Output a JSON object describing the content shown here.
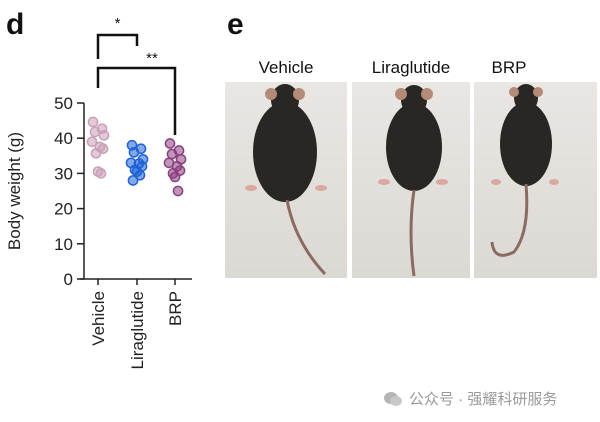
{
  "panel_d": {
    "letter": "d"
  },
  "panel_e": {
    "letter": "e",
    "photos": [
      {
        "label": "Vehicle"
      },
      {
        "label": "Liraglutide"
      },
      {
        "label": "BRP"
      }
    ]
  },
  "watermark": {
    "text": "公众号 · 强耀科研服务",
    "icon": "wechat-icon"
  },
  "chart_data": {
    "type": "scatter",
    "title": "",
    "xlabel": "",
    "ylabel": "Body weight (g)",
    "ylim": [
      0,
      50
    ],
    "yticks": [
      0,
      10,
      20,
      30,
      40,
      50
    ],
    "categories": [
      "Vehicle",
      "Liraglutide",
      "BRP"
    ],
    "series": [
      {
        "name": "Vehicle",
        "color": "#c9a0b8",
        "values": [
          44.6,
          42.7,
          41.8,
          40.8,
          39,
          37.5,
          37,
          35.7,
          30.5,
          30
        ]
      },
      {
        "name": "Liraglutide",
        "color": "#1f63d6",
        "values": [
          38,
          37,
          36,
          34,
          33,
          32.8,
          32,
          31,
          30.5,
          29.5,
          28
        ]
      },
      {
        "name": "BRP",
        "color": "#8a3f7f",
        "values": [
          38.5,
          36.5,
          35.5,
          34,
          33,
          32,
          30.8,
          30,
          29,
          25
        ]
      }
    ],
    "annotations": [
      {
        "text": "*",
        "from": "Vehicle",
        "to": "Liraglutide"
      },
      {
        "text": "**",
        "from": "Vehicle",
        "to": "BRP"
      }
    ]
  }
}
